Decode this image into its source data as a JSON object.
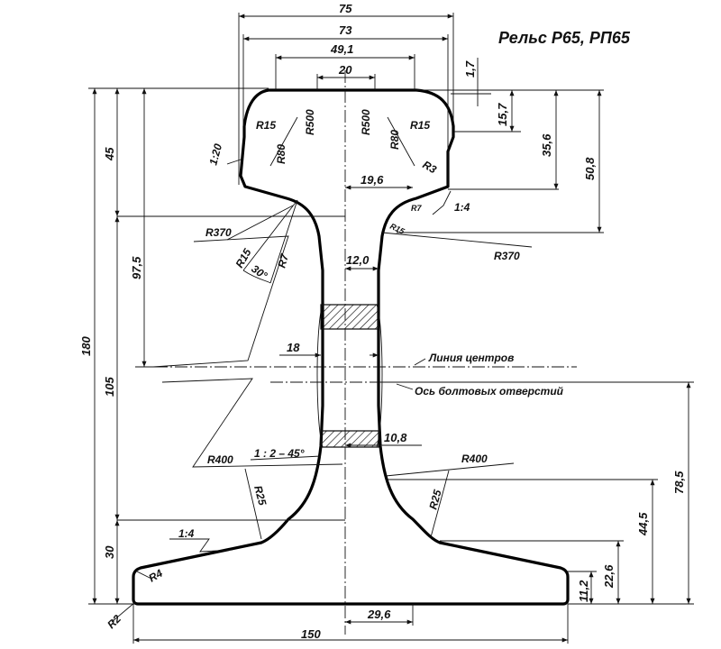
{
  "title": "Рельс Р65, РП65",
  "labels": {
    "center_line": "Линия центров",
    "bolt_axis": "Ось болтовых отверстий",
    "slope_head": "1:20",
    "slope_head_right": "1:4",
    "slope_foot": "1:4",
    "web_taper": "1 : 2 – 45°",
    "angle_30": "30°"
  },
  "dimensions": {
    "d75": "75",
    "d73": "73",
    "d49_1": "49,1",
    "d20": "20",
    "d1_7": "1,7",
    "d15_7": "15,7",
    "d35_6": "35,6",
    "d50_8": "50,8",
    "d45": "45",
    "d97_5": "97,5",
    "d180": "180",
    "d105": "105",
    "d30": "30",
    "d19_6": "19,6",
    "d12_0": "12,0",
    "d18": "18",
    "d10_8": "10,8",
    "d78_5": "78,5",
    "d44_5": "44,5",
    "d22_6": "22,6",
    "d11_2": "11,2",
    "d29_6": "29,6",
    "d150": "150"
  },
  "radii": {
    "r15_left": "R15",
    "r500_left": "R500",
    "r500_right": "R500",
    "r80_left": "R80",
    "r80_right": "R80",
    "r15_right": "R15",
    "r3": "R3",
    "r7_right": "R7",
    "r15_small": "R15",
    "r370_left": "R370",
    "r370_right": "R370",
    "r15_neck": "R15",
    "r7_neck": "R7",
    "r400_left": "R400",
    "r400_right": "R400",
    "r25_left": "R25",
    "r25_right": "R25",
    "r4": "R4",
    "r2": "R2"
  }
}
